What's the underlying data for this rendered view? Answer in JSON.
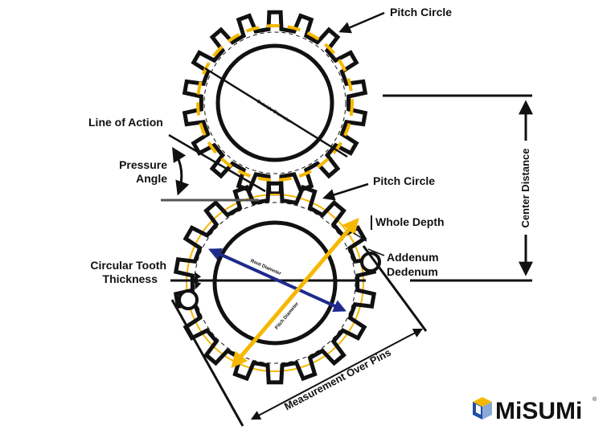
{
  "labels": {
    "pitch_circle_top": "Pitch Circle",
    "pitch_circle_bottom": "Pitch Circle",
    "line_of_action": "Line of Action",
    "pressure_angle_line1": "Pressure",
    "pressure_angle_line2": "Angle",
    "whole_depth": "Whole Depth",
    "addendum": "Addenum",
    "dedendum": "Dedenum",
    "circular_tooth_line1": "Circular Tooth",
    "circular_tooth_line2": "Thickness",
    "center_distance": "Center Distance",
    "measurement_over_pins": "Measurement Over Pins",
    "outside_diameter": "Outside Diameter",
    "root_diameter": "Root Diameter",
    "pitch_diameter": "Pitch Diameter"
  },
  "logo": {
    "text": "MiSUMi",
    "mark": "®"
  },
  "colors": {
    "outline": "#111111",
    "pitch_circle": "#f5b800",
    "root_diameter": "#1e2a8c",
    "gray_line": "#555555"
  }
}
